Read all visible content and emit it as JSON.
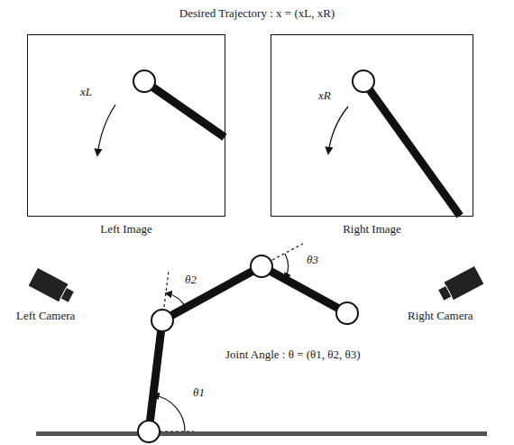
{
  "diagram": {
    "title": "Desired Trajectory : x = (xL, xR)",
    "nodes": [
      {
        "text": [
          "xL",
          "Left Image"
        ]
      },
      {
        "text": [
          "xR",
          "Right Image"
        ]
      }
    ],
    "labels": [
      "Left Camera",
      "Right Camera",
      "Joint Angle : θ = (θ1, θ2, θ3)",
      "θ1",
      "θ2",
      "θ3"
    ]
  }
}
